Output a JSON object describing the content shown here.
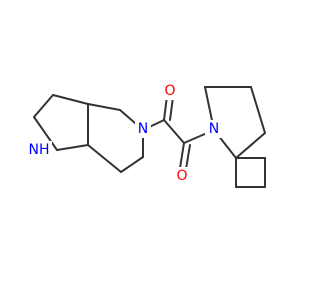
{
  "molecule": {
    "atoms": [
      {
        "id": "O_top",
        "symbol": "O",
        "color": "#ff0000"
      },
      {
        "id": "O_bottom",
        "symbol": "O",
        "color": "#ff0000"
      },
      {
        "id": "N_piperidine",
        "symbol": "N",
        "color": "#0000ff"
      },
      {
        "id": "N_spiro",
        "symbol": "N",
        "color": "#0000ff"
      },
      {
        "id": "NH_pyrrolidine",
        "symbol": "NH",
        "color": "#0000ff"
      }
    ],
    "bond_color": "#333333"
  }
}
